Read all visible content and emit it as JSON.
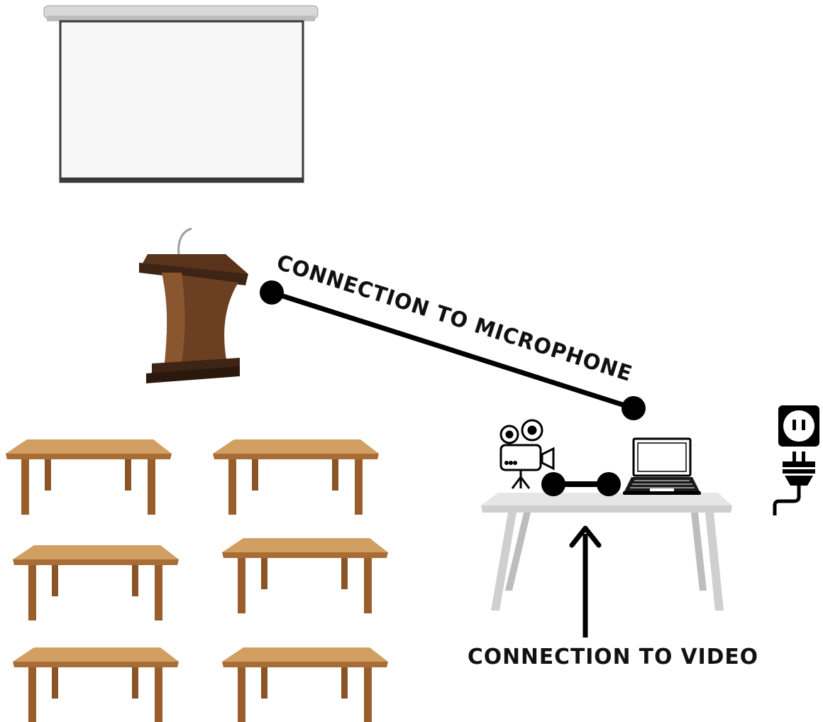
{
  "labels": {
    "microphone_connection": "CONNECTION TO MICROPHONE",
    "video_connection": "CONNECTION TO VIDEO"
  },
  "items": {
    "projection_screen": "projection-screen",
    "podium": "podium-with-microphone",
    "audience_tables": "wooden-tables",
    "av_table": "av-equipment-table",
    "video_camera": "video-camera-icon",
    "laptop": "laptop-icon",
    "power_outlet": "power-outlet-icon",
    "power_plug": "power-plug-icon"
  },
  "colors": {
    "wood_top": "#c9975a",
    "wood_legs": "#9a5e2c",
    "podium": "#6b3f22",
    "podium_dark": "#3e2414",
    "av_table": "#e2e2e2",
    "line": "#000000"
  }
}
